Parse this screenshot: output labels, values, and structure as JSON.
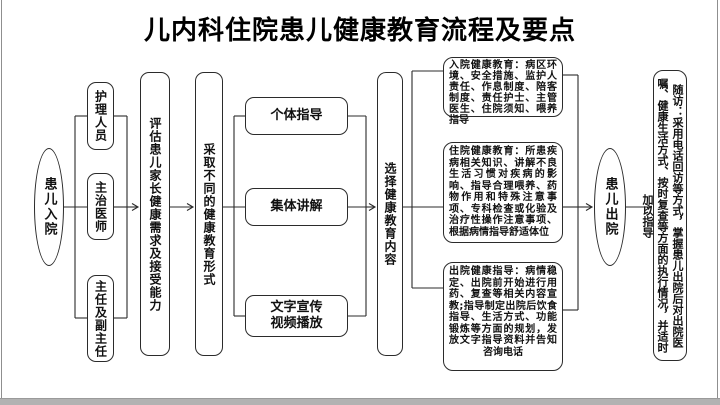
{
  "title": "儿内科住院患儿健康教育流程及要点",
  "nodes": {
    "admission_oval": "患儿入院",
    "discharge_oval": "患儿出院",
    "staff": [
      "护理人员",
      "主治医师",
      "主任及副主任"
    ],
    "assess": "评估患儿家长健康需求及接受能力",
    "forms": "采取不同的健康教育形式",
    "methods": [
      "个体指导",
      "集体讲解",
      "文字宣传\n视频播放"
    ],
    "select": "选择健康教育内容",
    "contents": [
      "入院健康教育：病区环境、安全措施、监护人责任、作息制度、陪客制度、责任护士、主管医生、住院须知、喂养指导",
      "住院健康教育：所患疾病相关知识、讲解不良生活习惯对疾病的影响、指导合理喂养、药物作用和特殊注意事项、专科检查或化验及治疗性操作注意事项、根据病情指导舒适体位",
      "出院健康指导：病情稳定、出院前开始进行用药、复查等相关内容宣教;指导制定出院后饮食指导、生活方式、功能锻炼等方面的规划，发放文字指导资料并告知咨询电话"
    ],
    "followup": "随访：采用电话回访等方式，掌握患儿出院后对出院医嘱、健康生活方式、按时复查等方面的执行情况，并适时加以指导"
  },
  "colors": {
    "line": "#2b2b2b",
    "footer_bar": "#b2b2b2"
  }
}
